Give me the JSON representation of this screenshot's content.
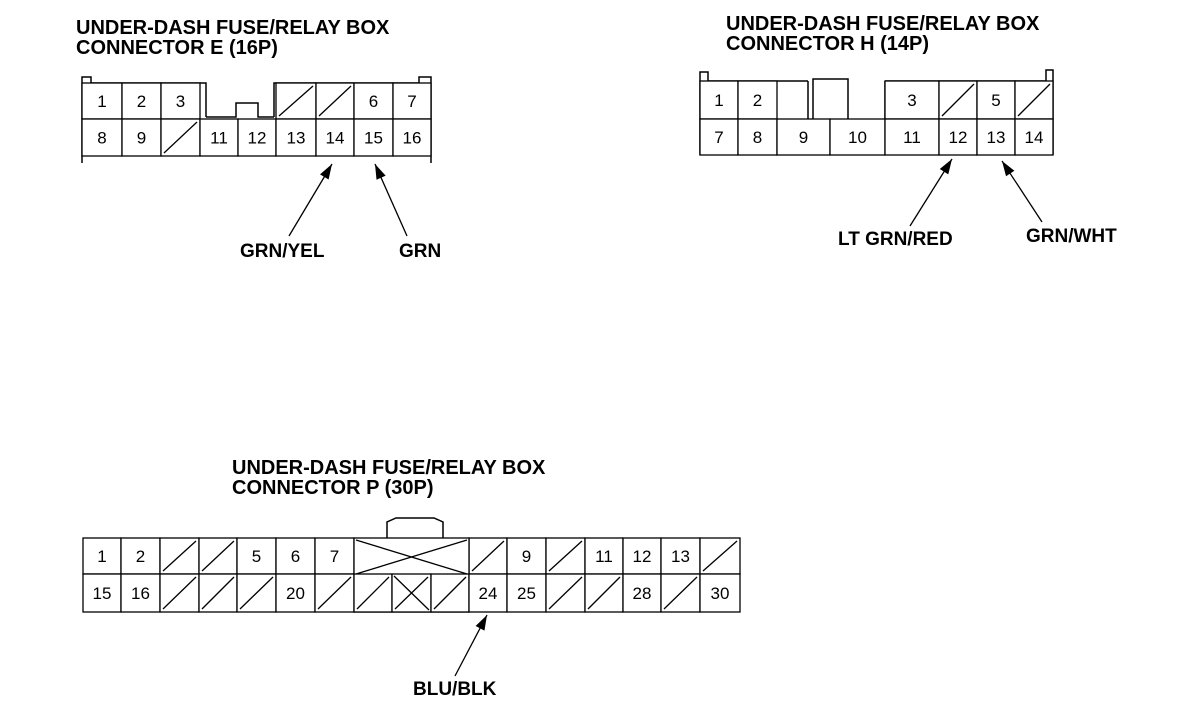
{
  "connectors": [
    {
      "id": "E",
      "title": [
        "UNDER-DASH FUSE/RELAY BOX",
        "CONNECTOR E (16P)"
      ],
      "wires": [
        "GRN/YEL",
        "GRN"
      ]
    },
    {
      "id": "H",
      "title": [
        "UNDER-DASH FUSE/RELAY BOX",
        "CONNECTOR H (14P)"
      ],
      "wires": [
        "LT GRN/RED",
        "GRN/WHT"
      ]
    },
    {
      "id": "P",
      "title": [
        "UNDER-DASH FUSE/RELAY BOX",
        "CONNECTOR P (30P)"
      ],
      "wires": [
        "BLU/BLK"
      ]
    }
  ],
  "pins": {
    "E": {
      "top": [
        "1",
        "2",
        "3",
        "",
        "",
        "",
        "6",
        "7"
      ],
      "bottom": [
        "8",
        "9",
        "",
        "11",
        "12",
        "13",
        "14",
        "15",
        "16"
      ]
    },
    "H": {
      "top": [
        "1",
        "2",
        "",
        "3",
        "",
        "5",
        ""
      ],
      "bottom": [
        "7",
        "8",
        "9",
        "10",
        "11",
        "12",
        "13",
        "14"
      ]
    },
    "P": {
      "top": [
        "1",
        "2",
        "",
        "",
        "5",
        "6",
        "7",
        "",
        "",
        "9",
        "",
        "11",
        "12",
        "13",
        ""
      ],
      "bottom": [
        "15",
        "16",
        "",
        "",
        "",
        "20",
        "",
        "",
        "",
        "",
        "24",
        "25",
        "",
        "",
        "28",
        "",
        "30"
      ]
    }
  }
}
